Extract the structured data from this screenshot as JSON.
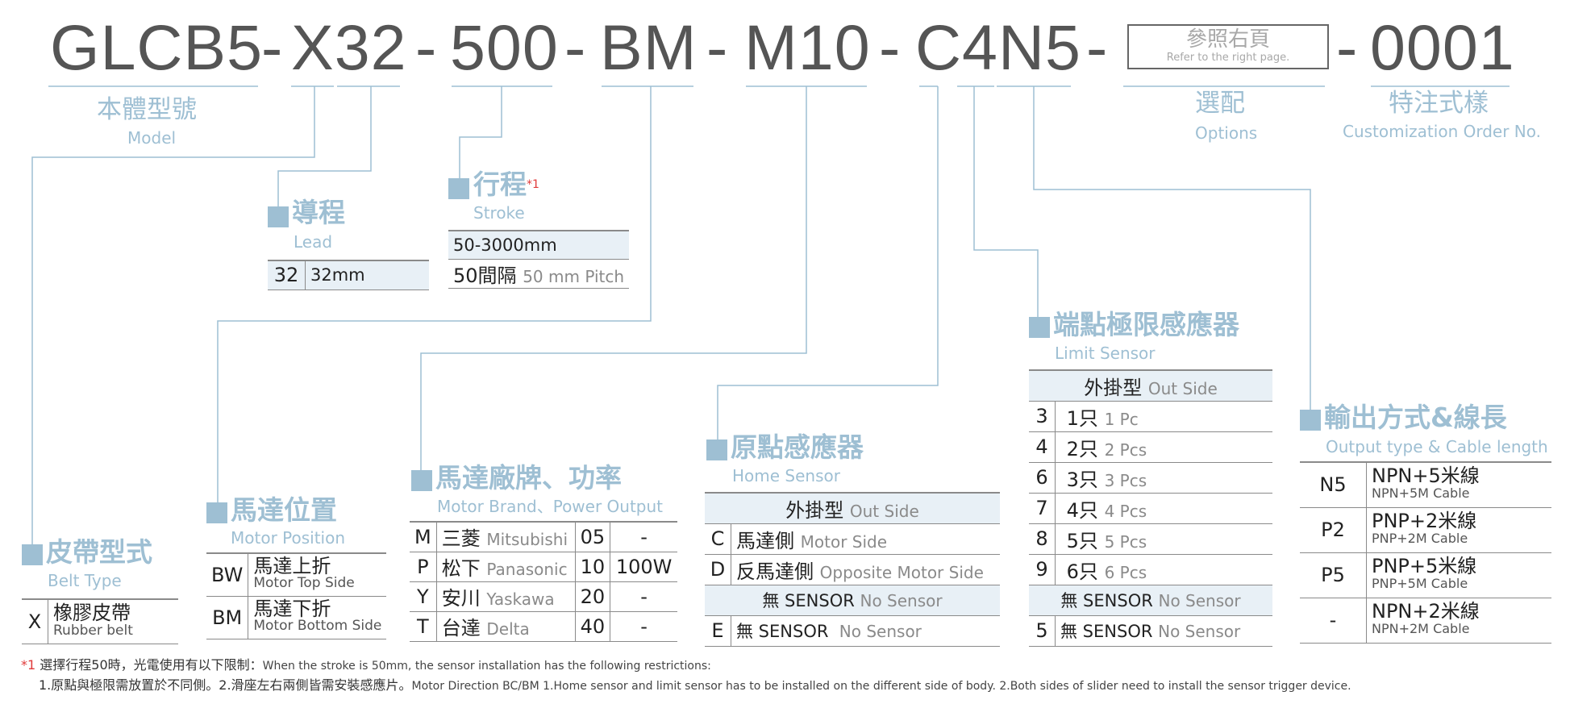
{
  "code": {
    "parts": [
      "GLCB5",
      "X32",
      "500",
      "BM",
      "M10",
      "C4N5",
      "0001"
    ],
    "dash": "-",
    "option_box": {
      "zh": "參照右頁",
      "en": "Refer to the right page."
    }
  },
  "categories": {
    "model": {
      "zh": "本體型號",
      "en": "Model"
    },
    "options": {
      "zh": "選配",
      "en": "Options"
    },
    "custom": {
      "zh": "特注式樣",
      "en": "Customization Order No."
    }
  },
  "lead": {
    "zh": "導程",
    "en": "Lead",
    "rows": [
      {
        "code": "32",
        "desc": "32mm"
      }
    ]
  },
  "stroke": {
    "zh": "行程",
    "sup": "*1",
    "en": "Stroke",
    "range": "50-3000mm",
    "pitch_zh": "50間隔",
    "pitch_en": "50 mm Pitch"
  },
  "belt": {
    "zh": "皮帶型式",
    "en": "Belt Type",
    "rows": [
      {
        "code": "X",
        "zh": "橡膠皮帶",
        "en": "Rubber belt"
      }
    ]
  },
  "motor_position": {
    "zh": "馬達位置",
    "en": "Motor Position",
    "rows": [
      {
        "code": "BW",
        "zh": "馬達上折",
        "en": "Motor Top Side"
      },
      {
        "code": "BM",
        "zh": "馬達下折",
        "en": "Motor Bottom Side"
      }
    ]
  },
  "motor_brand": {
    "zh": "馬達廠牌、功率",
    "en": "Motor Brand、Power Output",
    "rows": [
      {
        "code": "M",
        "zh": "三菱",
        "en": "Mitsubishi",
        "pcode": "05",
        "power": "-"
      },
      {
        "code": "P",
        "zh": "松下",
        "en": "Panasonic",
        "pcode": "10",
        "power": "100W"
      },
      {
        "code": "Y",
        "zh": "安川",
        "en": "Yaskawa",
        "pcode": "20",
        "power": "-"
      },
      {
        "code": "T",
        "zh": "台達",
        "en": "Delta",
        "pcode": "40",
        "power": "-"
      }
    ]
  },
  "home_sensor": {
    "zh": "原點感應器",
    "en": "Home Sensor",
    "header_zh": "外掛型",
    "header_en": "Out Side",
    "rows": [
      {
        "code": "C",
        "zh": "馬達側",
        "en": "Motor Side"
      },
      {
        "code": "D",
        "zh": "反馬達側",
        "en": "Opposite Motor Side"
      }
    ],
    "no_header_zh": "無 SENSOR",
    "no_header_en": "No Sensor",
    "no_row": {
      "code": "E",
      "zh": "無  SENSOR",
      "en": "No Sensor"
    }
  },
  "limit_sensor": {
    "zh": "端點極限感應器",
    "en": "Limit Sensor",
    "header_zh": "外掛型",
    "header_en": "Out Side",
    "rows": [
      {
        "code": "3",
        "zh": "1只",
        "en": "1 Pc"
      },
      {
        "code": "4",
        "zh": "2只",
        "en": "2 Pcs"
      },
      {
        "code": "6",
        "zh": "3只",
        "en": "3 Pcs"
      },
      {
        "code": "7",
        "zh": "4只",
        "en": "4 Pcs"
      },
      {
        "code": "8",
        "zh": "5只",
        "en": "5 Pcs"
      },
      {
        "code": "9",
        "zh": "6只",
        "en": "6 Pcs"
      }
    ],
    "no_header_zh": "無 SENSOR",
    "no_header_en": "No Sensor",
    "no_row": {
      "code": "5",
      "zh": "無 SENSOR",
      "en": "No Sensor"
    }
  },
  "output": {
    "zh": "輸出方式&線長",
    "en": "Output type & Cable length",
    "rows": [
      {
        "code": "N5",
        "zh": "NPN+5米線",
        "en": "NPN+5M Cable"
      },
      {
        "code": "P2",
        "zh": "PNP+2米線",
        "en": "PNP+2M Cable"
      },
      {
        "code": "P5",
        "zh": "PNP+5米線",
        "en": "PNP+5M Cable"
      },
      {
        "code": "-",
        "zh": "NPN+2米線",
        "en": "NPN+2M Cable"
      }
    ]
  },
  "footnote": {
    "mark": "*1",
    "line1_zh": "選擇行程50時，光電使用有以下限制：",
    "line1_en": "When the stroke is 50mm, the sensor installation has  the following restrictions:",
    "line2_zh": "1.原點與極限需放置於不同側。2.滑座左右兩側皆需安裝感應片。",
    "line2_en": "Motor Direction BC/BM 1.Home sensor and limit sensor has to be installed on the different side of body.  2.Both sides of slider need to install the sensor trigger device."
  },
  "colors": {
    "accent": "#9ebfd3",
    "line": "#9ebfd3",
    "code_text": "#555555",
    "shade": "#e8f0f6",
    "footnote_mark": "#e03a3a"
  }
}
